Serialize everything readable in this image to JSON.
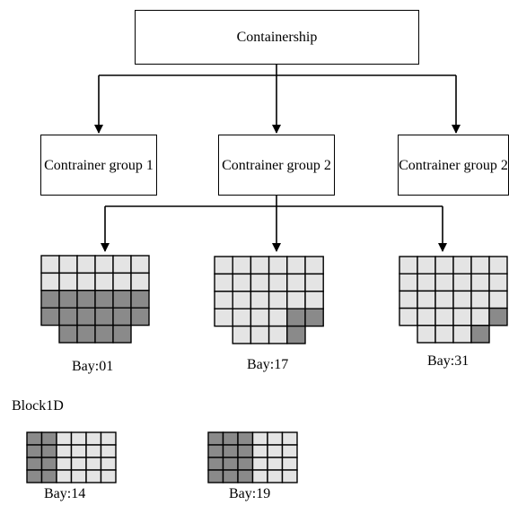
{
  "root": {
    "label": "Containership"
  },
  "groups": [
    {
      "label": "Contrainer group 1"
    },
    {
      "label": "Contrainer group 2"
    },
    {
      "label": "Contrainer group 2"
    }
  ],
  "bays": [
    {
      "label": "Bay:01",
      "rows": [
        "LLLLLL",
        "LLLLLL",
        "DDDDDD",
        "DDDDDD",
        "-DDDD-"
      ]
    },
    {
      "label": "Bay:17",
      "rows": [
        "LLLLLL",
        "LLLLLL",
        "LLLLLL",
        "LLLLDD",
        "-LLLD-"
      ]
    },
    {
      "label": "Bay:31",
      "rows": [
        "LLLLLL",
        "LLLLLL",
        "LLLLLL",
        "LLLLLD",
        "-LLLD-"
      ]
    }
  ],
  "block_title": "Block1D",
  "block_bays": [
    {
      "label": "Bay:14",
      "rows": [
        "DDLLLL",
        "DDLLLL",
        "DDLLLL",
        "DDLLLL"
      ]
    },
    {
      "label": "Bay:19",
      "rows": [
        "DDDLLL",
        "DDDLLL",
        "DDDLLL",
        "DDDLLL"
      ]
    }
  ],
  "colors": {
    "light": "#e4e4e4",
    "dark": "#8a8a8a",
    "line": "#000000"
  }
}
